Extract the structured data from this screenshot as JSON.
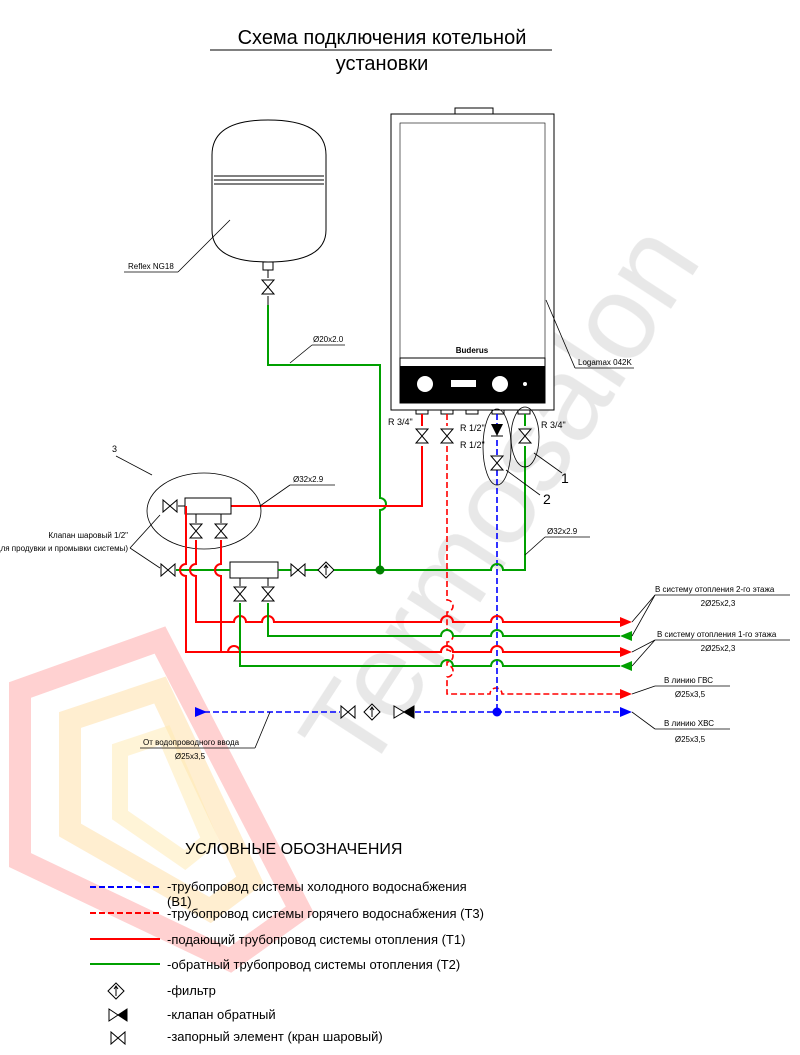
{
  "title": {
    "line1": "Схема подключения котельной",
    "line2": "установки"
  },
  "labels": {
    "tank": "Reflex NG18",
    "pipe_d20": "Ø20x2.0",
    "boiler": "Logamax 042K",
    "brand": "Buderus",
    "r34_left": "R 3/4\"",
    "r12_a": "R 1/2\"",
    "r12_b": "R 1/2\"",
    "r34_right": "R 3/4\"",
    "n1": "1",
    "n2": "2",
    "n3": "3",
    "pipe_d32_top": "Ø32x2.9",
    "pipe_d32_right": "Ø32x2.9",
    "valve_line1": "Клапан шаровый 1/2\"",
    "valve_line2": "(для продувки и промывки системы)",
    "out1_line1": "В систему отопления 2-го этажа",
    "out1_line2": "2Ø25x2,3",
    "out2_line1": "В систему отопления 1-го этажа",
    "out2_line2": "2Ø25x2,3",
    "out3_line1": "В линию ГВС",
    "out3_line2": "Ø25x3,5",
    "out4_line1": "В линию ХВС",
    "out4_line2": "Ø25x3,5",
    "in_line1": "От водопроводного ввода",
    "in_line2": "Ø25x3,5"
  },
  "legend": {
    "heading": "УСЛОВНЫЕ ОБОЗНАЧЕНИЯ",
    "items": [
      {
        "text": "-трубопровод системы холодного водоснабжения",
        "text2": "(В1)",
        "color": "#0000ff",
        "style": "dashed"
      },
      {
        "text": "-трубопровод системы горячего водоснабжения  (Т3)",
        "color": "#ff0000",
        "style": "dashed"
      },
      {
        "text": "-подающий трубопровод системы отопления  (Т1)",
        "color": "#ff0000",
        "style": "solid"
      },
      {
        "text": "-обратный трубопровод системы отопления  (Т2)",
        "color": "#00a000",
        "style": "solid"
      },
      {
        "text": "-фильтр",
        "icon": "filter-icon"
      },
      {
        "text": "-клапан обратный",
        "icon": "check-valve-icon"
      },
      {
        "text": "-запорный элемент (кран шаровый)",
        "icon": "ball-valve-icon"
      }
    ]
  },
  "watermark": {
    "text": "Termosalon",
    "color": "#c8c8c8"
  },
  "colors": {
    "cold": "#0000ff",
    "hot": "#ff0000",
    "return": "#00a000",
    "node": "#008000"
  }
}
